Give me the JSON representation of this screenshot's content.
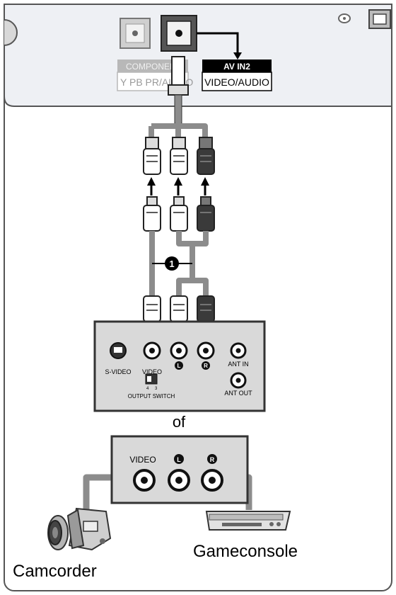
{
  "tv_panel": {
    "component_label": "COMPONENT",
    "component_sub": "Y PB PR/AUDIO",
    "av_in_label": "AV IN2",
    "av_in_sub": "VIDEO/AUDIO"
  },
  "cable": {
    "number": "1"
  },
  "vcr_panel": {
    "svideo_label": "S-VIDEO",
    "video_label": "VIDEO",
    "left_mark": "L",
    "right_mark": "R",
    "ant_in_label": "ANT IN",
    "ant_out_label": "ANT OUT",
    "output_switch_label": "OUTPUT SWITCH",
    "switch_4": "4",
    "switch_3": "3"
  },
  "separator_word": "of",
  "source_panel": {
    "video_label": "VIDEO",
    "left_mark": "L",
    "right_mark": "R"
  },
  "devices": {
    "camcorder_label": "Camcorder",
    "gameconsole_label": "Gameconsole"
  },
  "colors": {
    "panel_fill": "#eef0f4",
    "jack_box_fill": "#d9d9d9",
    "cable_gray": "#8c8c8c",
    "plug_dark": "#3a3a3a",
    "label_black": "#000000"
  }
}
